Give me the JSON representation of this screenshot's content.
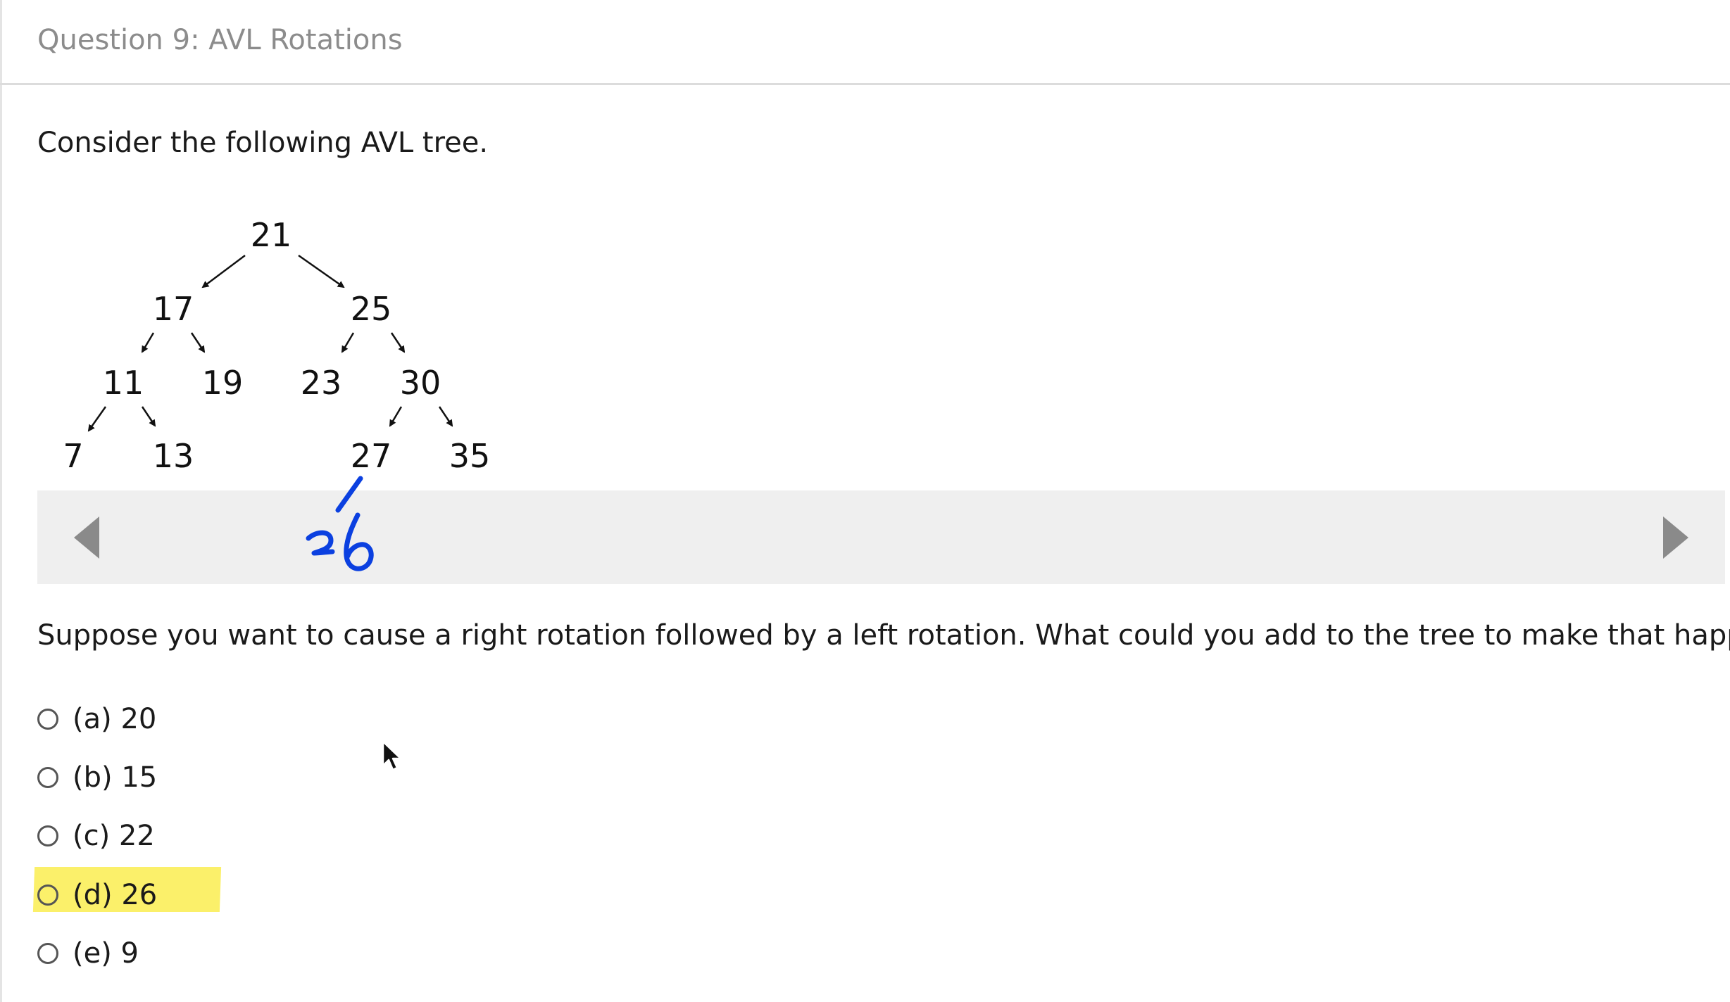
{
  "header": {
    "title": "Question 9: AVL Rotations"
  },
  "intro": "Consider the following AVL tree.",
  "tree": {
    "nodes": {
      "n21": "21",
      "n17": "17",
      "n25": "25",
      "n11": "11",
      "n19": "19",
      "n23": "23",
      "n30": "30",
      "n7": "7",
      "n13": "13",
      "n27": "27",
      "n35": "35"
    }
  },
  "annotation": {
    "handwritten": "26",
    "color": "#0b40e0"
  },
  "nav": {
    "prev_icon": "triangle-left-icon",
    "next_icon": "triangle-right-icon"
  },
  "question": "Suppose you want to cause a right rotation followed by a left rotation. What could you add to the tree to make that happen?",
  "options": [
    {
      "key": "(a)",
      "value": "20"
    },
    {
      "key": "(b)",
      "value": "15"
    },
    {
      "key": "(c)",
      "value": "22"
    },
    {
      "key": "(d)",
      "value": "26",
      "highlighted": true
    },
    {
      "key": "(e)",
      "value": "9"
    }
  ],
  "colors": {
    "highlight": "#fbf06a",
    "header_text": "#8c8c8c",
    "nav_bar": "#efefef"
  }
}
